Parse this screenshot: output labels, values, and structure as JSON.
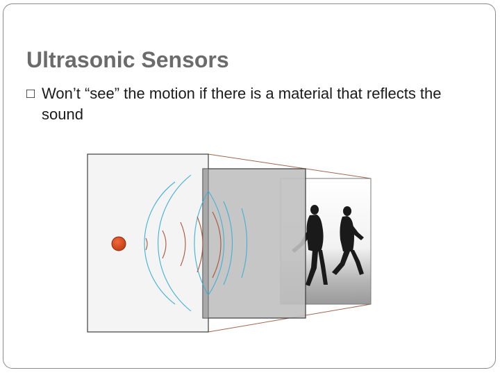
{
  "slide": {
    "title": "Ultrasonic Sensors",
    "bullets": [
      {
        "glyph": "□",
        "text": "Won’t “see” the motion if there is a material that reflects the sound"
      }
    ]
  },
  "figure": {
    "icons": [
      "sensor-emitter",
      "sound-wave-arcs",
      "reflected-wave-arcs",
      "walking-people-photo"
    ],
    "colors": {
      "emitter": "#d94a1e",
      "emitted_waves": "#3fb0d6",
      "reflected_waves": "#a8543a",
      "barrier": "#c0c0c0",
      "background_panel": "#f4f4f4",
      "projection_lines": "#a0664e"
    }
  }
}
